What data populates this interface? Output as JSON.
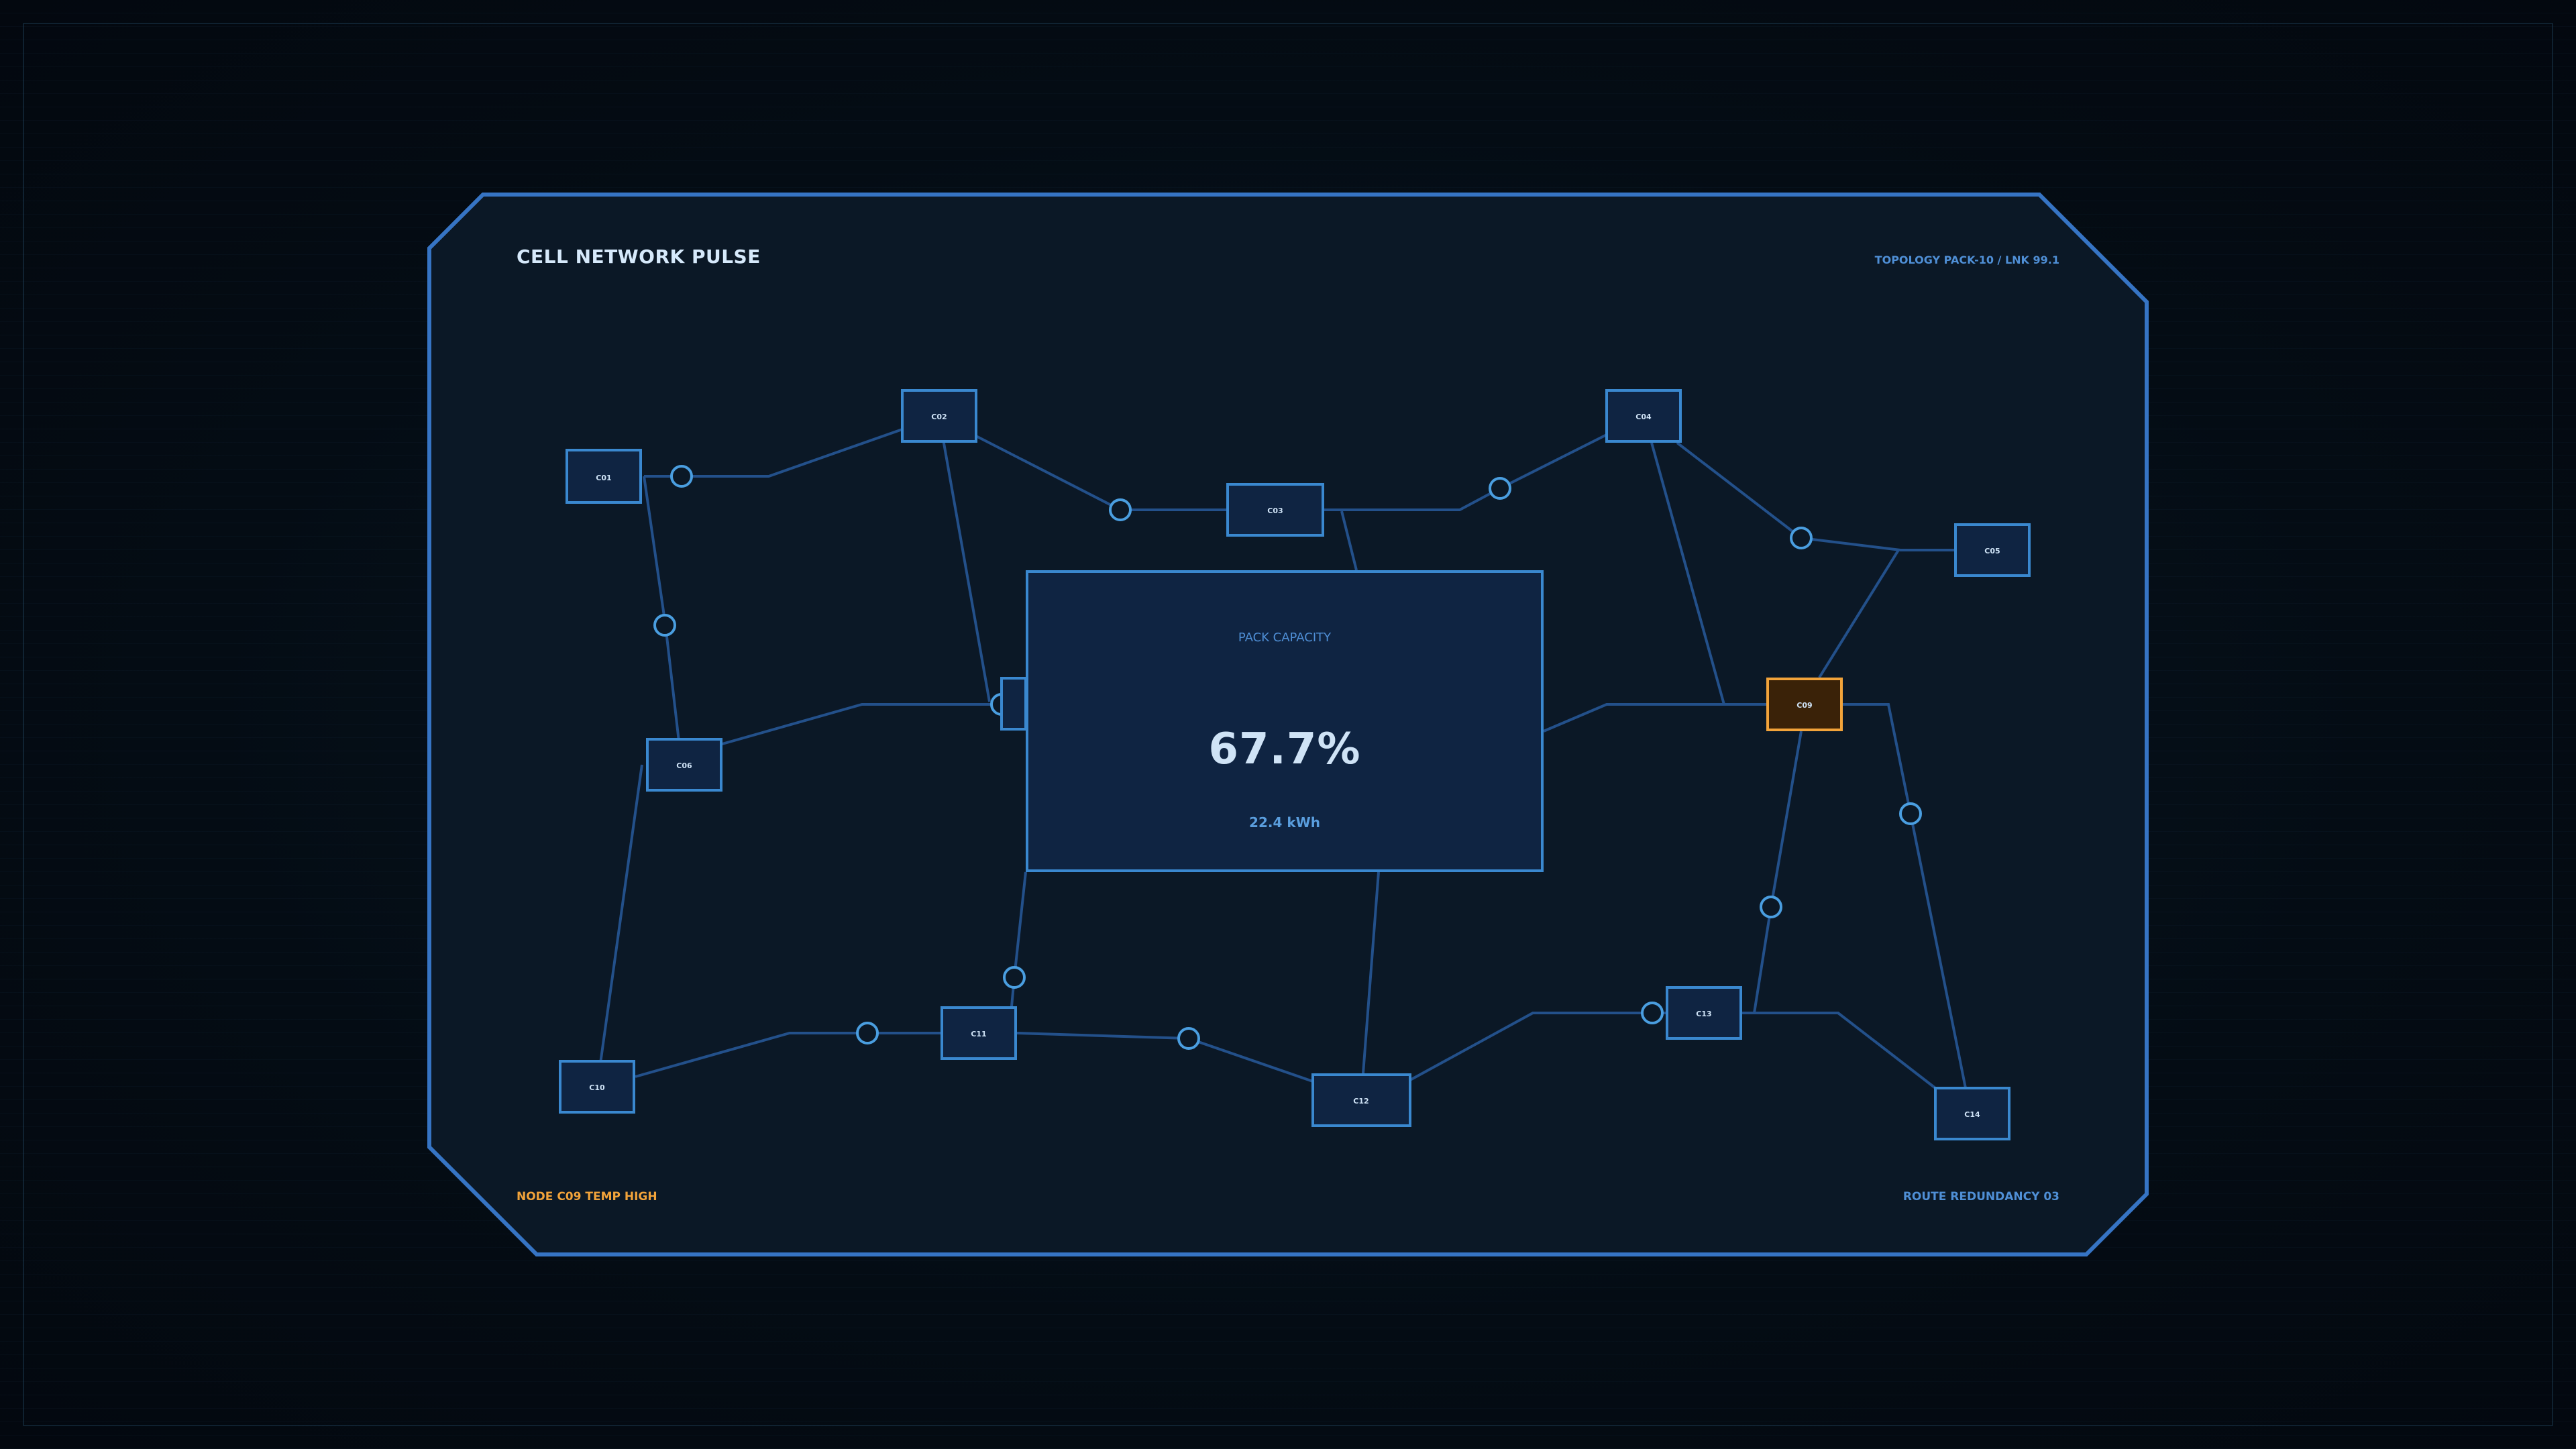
{
  "header": {
    "title": "CELL NETWORK PULSE",
    "topology": "TOPOLOGY PACK-10 / LNK 99.1"
  },
  "footer": {
    "alert": "NODE C09 TEMP HIGH",
    "redundancy": "ROUTE REDUNDANCY 03"
  },
  "center": {
    "label": "PACK CAPACITY",
    "value": "67.7%",
    "energy": "22.4 kWh"
  },
  "colors": {
    "accent": "#3a88cf",
    "warning": "#f2a33a",
    "line": "#23508a",
    "panel": "#0b1826"
  },
  "nodes": [
    {
      "id": "C01",
      "status": "normal"
    },
    {
      "id": "C02",
      "status": "normal"
    },
    {
      "id": "C03",
      "status": "normal"
    },
    {
      "id": "C04",
      "status": "normal"
    },
    {
      "id": "C05",
      "status": "normal"
    },
    {
      "id": "C06",
      "status": "normal"
    },
    {
      "id": "C09",
      "status": "warning"
    },
    {
      "id": "C10",
      "status": "normal"
    },
    {
      "id": "C11",
      "status": "normal"
    },
    {
      "id": "C12",
      "status": "normal"
    },
    {
      "id": "C13",
      "status": "normal"
    },
    {
      "id": "C14",
      "status": "normal"
    }
  ]
}
